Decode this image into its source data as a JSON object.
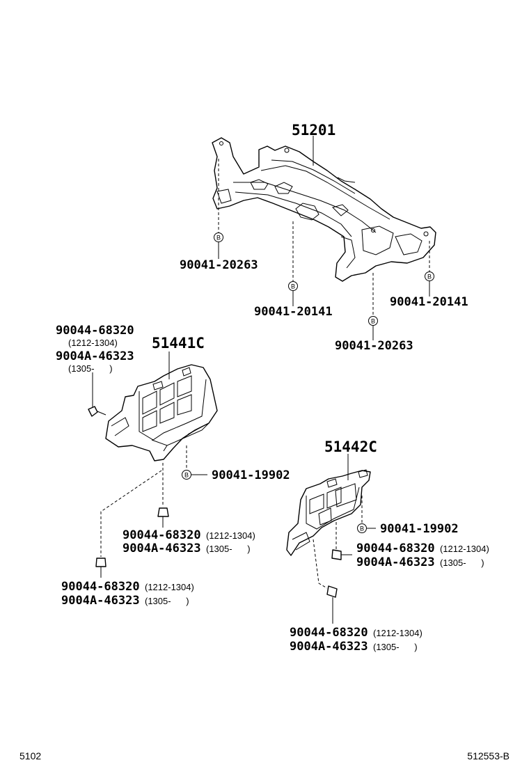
{
  "parts": {
    "crossmember": "51201",
    "cover_left": "51441C",
    "cover_right": "51442C"
  },
  "callouts": {
    "c1": "90041-20263",
    "c2": "90041-20141",
    "c3": "90041-20141",
    "c4": "90041-20263",
    "left_bolt_a": "90044-68320",
    "left_bolt_a_range": "(1212-1304)",
    "left_bolt_b": "9004A-46323",
    "left_bolt_b_range": "(1305-      )",
    "left_clip": "90041-19902",
    "left_mid_a": "90044-68320",
    "left_mid_a_range": "(1212-1304)",
    "left_mid_b": "9004A-46323",
    "left_mid_b_range": "(1305-      )",
    "left_low_a": "90044-68320",
    "left_low_a_range": "(1212-1304)",
    "left_low_b": "9004A-46323",
    "left_low_b_range": "(1305-      )",
    "right_clip": "90041-19902",
    "right_mid_a": "90044-68320",
    "right_mid_a_range": "(1212-1304)",
    "right_mid_b": "9004A-46323",
    "right_mid_b_range": "(1305-      )",
    "right_low_a": "90044-68320",
    "right_low_a_range": "(1212-1304)",
    "right_low_b": "9004A-46323",
    "right_low_b_range": "(1305-      )"
  },
  "bubble_letter": "B",
  "footer": {
    "left": "5102",
    "right": "512553-B"
  }
}
